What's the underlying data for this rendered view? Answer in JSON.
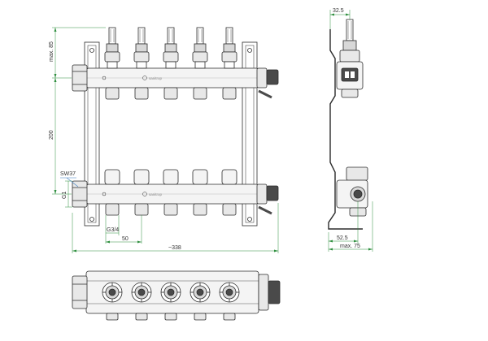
{
  "labels": {
    "dim_max85": "max. 85",
    "dim_200": "200",
    "dim_sw37": "SW37",
    "dim_g1": "G1",
    "dim_g34": "G3/4",
    "dim_50": "50",
    "dim_338": "~338",
    "dim_325": "32.5",
    "dim_525": "52.5",
    "dim_max75": "max. 75",
    "brand_top": "sanitrop",
    "brand_bottom": "sanitrop"
  },
  "colors": {
    "line": "#2b2b2b",
    "dim_green": "#2f8f3f",
    "callout_blue": "#3f7fc0",
    "fill_light": "#f4f4f4",
    "fill_mid": "#d8d8d8",
    "fill_dark": "#4a4a4a"
  }
}
